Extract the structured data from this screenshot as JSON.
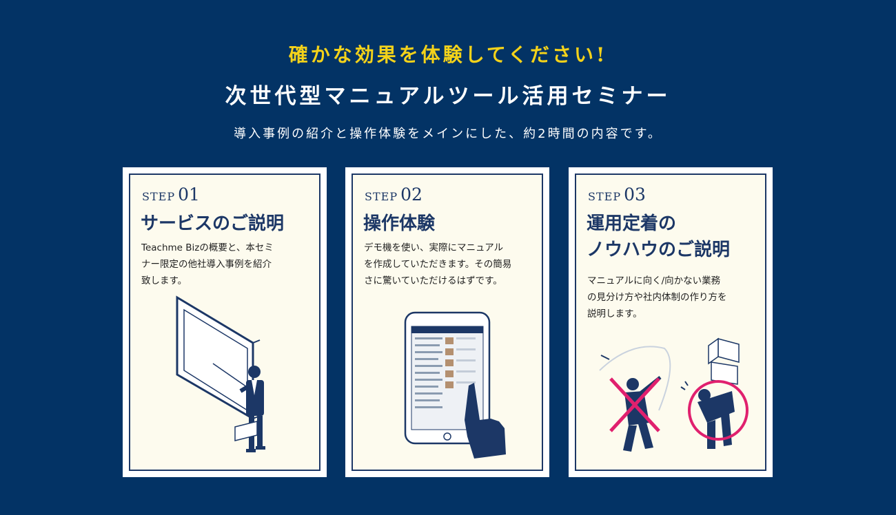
{
  "header": {
    "headline": "確かな効果を体験してください!",
    "title": "次世代型マニュアルツール活用セミナー",
    "subtitle": "導入事例の紹介と操作体験をメインにした、約2時間の内容です。"
  },
  "colors": {
    "background": "#033365",
    "headline": "#f4d21a",
    "card_bg": "#fdfbee",
    "navy": "#1c3766",
    "accent": "#e0206e"
  },
  "cards": [
    {
      "step_label": "STEP",
      "step_number": "01",
      "title": "サービスのご説明",
      "description": "Teachme Bizの概要と、本セミ\nナー限定の他社導入事例を紹介\n致します。",
      "illustration": "presenter-whiteboard-icon"
    },
    {
      "step_label": "STEP",
      "step_number": "02",
      "title": "操作体験",
      "description": "デモ機を使い、実際にマニュアル\nを作成していただきます。その簡易\nさに驚いていただけるはずです。",
      "illustration": "tablet-hand-icon"
    },
    {
      "step_label": "STEP",
      "step_number": "03",
      "title": "運用定着の\nノウハウのご説明",
      "description": "マニュアルに向く/向かない業務\nの見分け方や社内体制の作り方を\n説明します。",
      "illustration": "golfer-vs-carrier-icon"
    }
  ]
}
